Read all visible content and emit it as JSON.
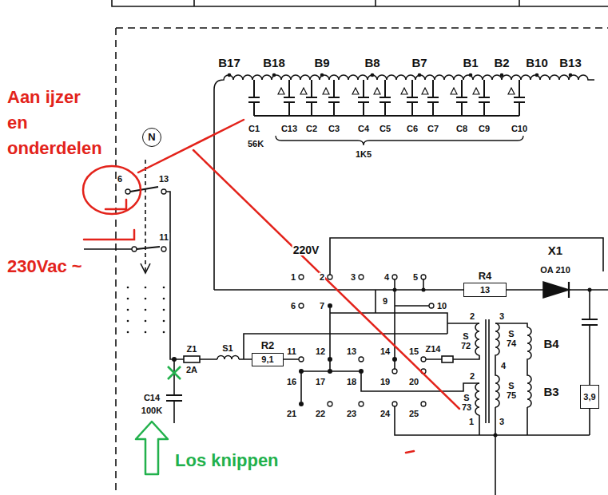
{
  "diagram": {
    "nodes": [
      {
        "text": [
          "N"
        ]
      },
      {
        "text": [
          "R4",
          "13"
        ]
      },
      {
        "text": [
          "R2",
          "9,1"
        ]
      },
      {
        "text": [
          "3,9"
        ]
      }
    ],
    "labels": [
      "B17",
      "B18",
      "B9",
      "B8",
      "B7",
      "B1",
      "B2",
      "B10",
      "B13",
      "C1",
      "56K",
      "C13",
      "C2",
      "C3",
      "C4",
      "C5",
      "C6",
      "C7",
      "C8",
      "C9",
      "C10",
      "1K5",
      "6",
      "13",
      "11",
      "220V",
      "1",
      "2",
      "3",
      "4",
      "5",
      "6",
      "7",
      "9",
      "10",
      "X1",
      "OA 210",
      "Z1",
      "2A",
      "S1",
      "11",
      "12",
      "13",
      "14",
      "15",
      "Z14",
      "16",
      "17",
      "18",
      "19",
      "20",
      "21",
      "22",
      "23",
      "24",
      "25",
      "C14",
      "100K",
      "2",
      "3",
      "S 72",
      "S 74",
      "4",
      "S 75",
      "2",
      "S 73",
      "1",
      "3",
      "B4",
      "B3",
      "Aan ijzer en onderdelen",
      "230Vac ~",
      "Los knippen"
    ]
  }
}
